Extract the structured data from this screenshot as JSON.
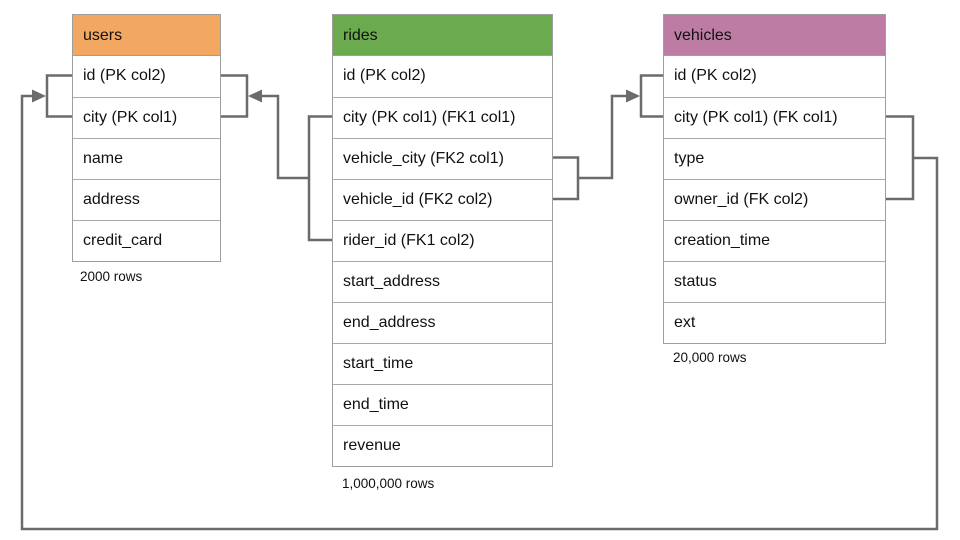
{
  "diagram": {
    "connector_color": "#6b6b6b",
    "tables": [
      {
        "name": "users",
        "header_color": "#F2A860",
        "columns": [
          "id (PK col2)",
          "city (PK col1)",
          "name",
          "address",
          "credit_card"
        ],
        "rows_label": "2000 rows"
      },
      {
        "name": "rides",
        "header_color": "#6BAA4E",
        "columns": [
          "id (PK col2)",
          "city (PK col1) (FK1 col1)",
          "vehicle_city (FK2 col1)",
          "vehicle_id (FK2 col2)",
          "rider_id (FK1 col2)",
          "start_address",
          "end_address",
          "start_time",
          "end_time",
          "revenue"
        ],
        "rows_label": "1,000,000 rows"
      },
      {
        "name": "vehicles",
        "header_color": "#BD7CA3",
        "columns": [
          "id (PK col2)",
          "city (PK col1) (FK col1)",
          "type",
          "owner_id (FK col2)",
          "creation_time",
          "status",
          "ext"
        ],
        "rows_label": "20,000 rows"
      }
    ],
    "relationships": [
      {
        "name": "rides-to-users-fk1"
      },
      {
        "name": "rides-to-vehicles-fk2"
      },
      {
        "name": "vehicles-to-users-fk"
      }
    ]
  }
}
